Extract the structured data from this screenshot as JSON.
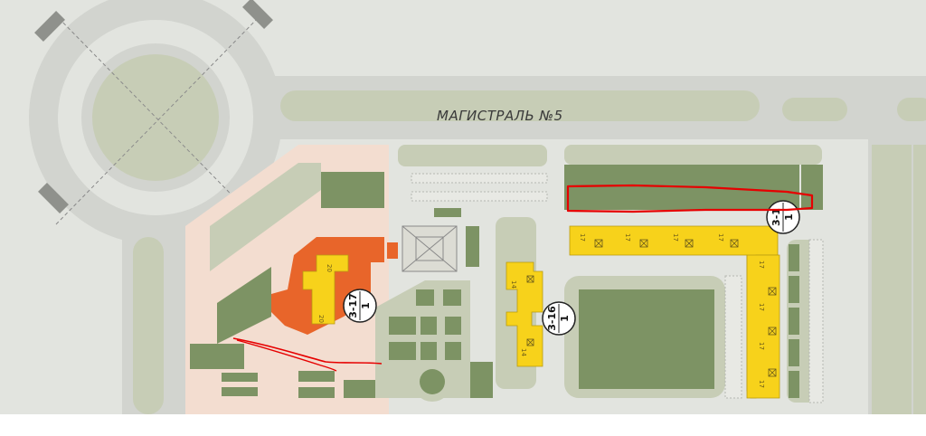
{
  "map": {
    "road_label": "МАГИСТРАЛЬ №5",
    "colors": {
      "road": "#d2d4cf",
      "green": "#7d9364",
      "light_green": "#c7cdb6",
      "plaza": "#f3ddd0",
      "building": "#f7d21b",
      "building_orange": "#e8652a",
      "highlight": "#e60000"
    },
    "markers": [
      {
        "id": "3-17",
        "top": "1",
        "bottom": "3-17"
      },
      {
        "id": "3-16",
        "top": "1",
        "bottom": "3-16"
      },
      {
        "id": "3-1",
        "top": "1",
        "bottom": "3-1"
      }
    ],
    "building_numbers": {
      "a": "20",
      "b": "20",
      "c": "14",
      "d": "14",
      "e": "17",
      "f": "17",
      "g": "17",
      "h": "17",
      "i": "17",
      "j": "17",
      "k": "17",
      "l": "17"
    },
    "icons": [
      "entrance-cross-icon"
    ]
  }
}
